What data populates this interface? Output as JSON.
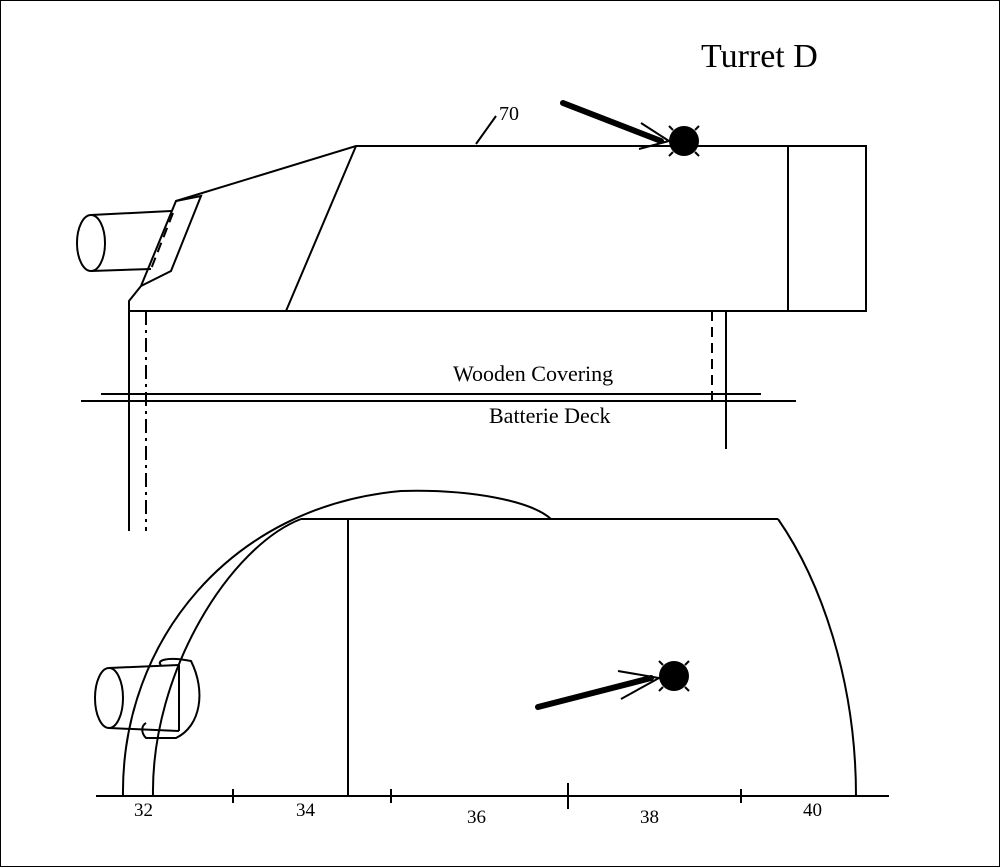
{
  "title": "Turret  D",
  "part_number": "70",
  "deck_labels": {
    "wooden_covering": "Wooden Covering",
    "batterie_deck": "Batterie Deck"
  },
  "scale": {
    "ticks": [
      "32",
      "34",
      "36",
      "38",
      "40"
    ]
  },
  "colors": {
    "ink": "#000000",
    "background": "#ffffff"
  }
}
